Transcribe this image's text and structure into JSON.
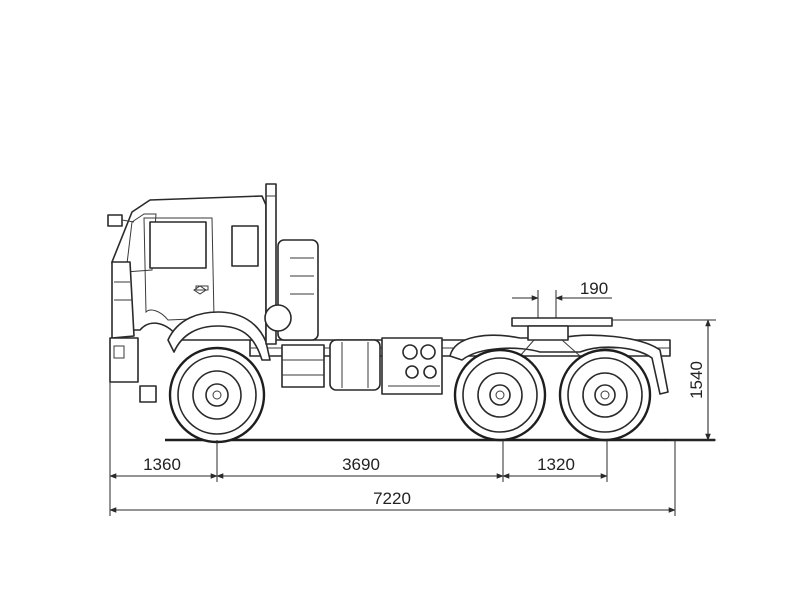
{
  "dimensions": {
    "front_overhang": "1360",
    "wheelbase_front_to_tandem": "3690",
    "tandem_spacing": "1320",
    "overall_length": "7220",
    "fifth_wheel_offset": "190",
    "fifth_wheel_height": "1540"
  },
  "colors": {
    "line": "#2a2a2a",
    "ground": "#1e1e1e",
    "background": "#ffffff"
  }
}
